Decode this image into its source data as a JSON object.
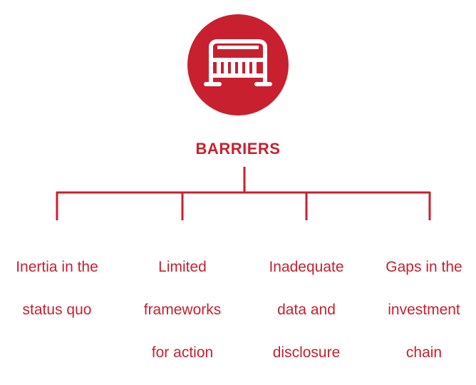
{
  "colors": {
    "accent": "#c8202f",
    "icon_fill": "#ffffff"
  },
  "header": {
    "icon": "barrier-icon",
    "title": "BARRIERS"
  },
  "items": [
    {
      "label": [
        "Inertia in the",
        "status quo"
      ]
    },
    {
      "label": [
        "Limited",
        "frameworks",
        "for action"
      ]
    },
    {
      "label": [
        "Inadequate",
        "data and",
        "disclosure"
      ]
    },
    {
      "label": [
        "Gaps in the",
        "investment",
        "chain"
      ]
    }
  ]
}
